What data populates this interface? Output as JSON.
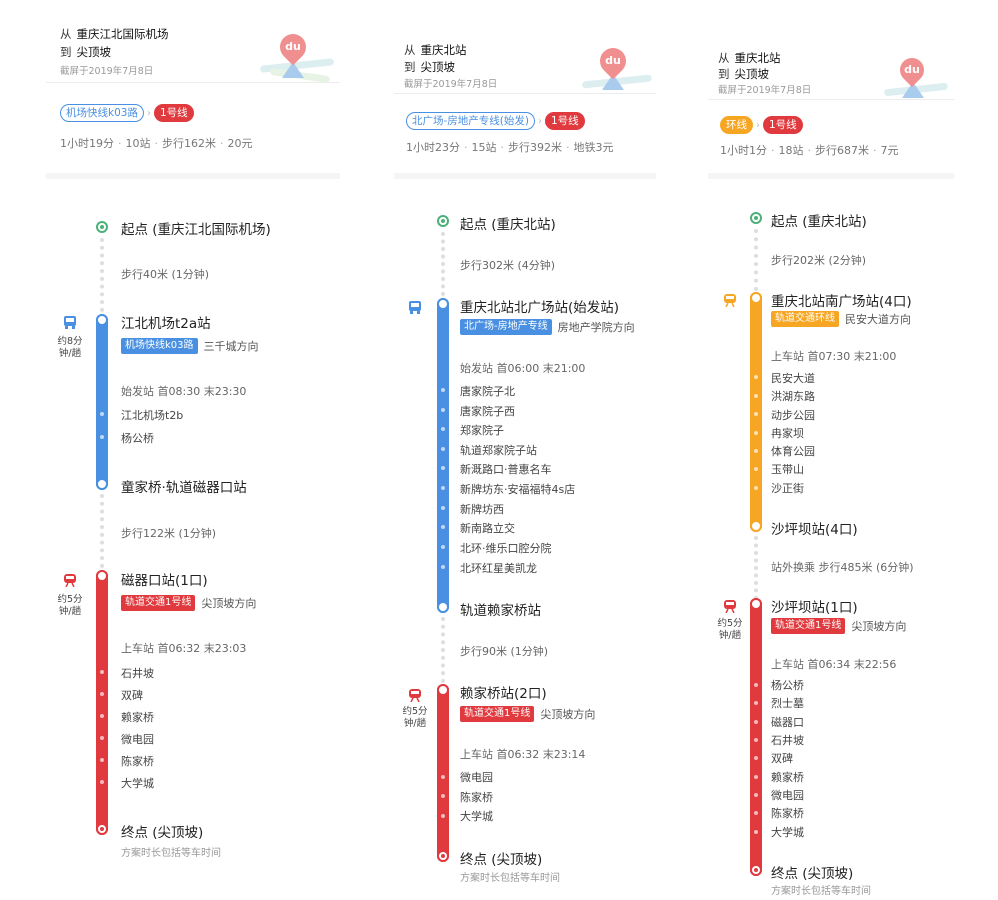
{
  "colors": {
    "bus": "#4a90e2",
    "line1": "#e03a3e",
    "loop": "#f6a623",
    "start": "#4cb07a"
  },
  "routes": [
    {
      "header": {
        "from_prefix": "从",
        "from": "重庆江北国际机场",
        "to_prefix": "到",
        "to": "尖顶坡",
        "shot": "截屏于2019年7月8日",
        "map_logo": "du"
      },
      "tags": [
        "机场快线k03路",
        "1号线"
      ],
      "summary": [
        "1小时19分",
        "10站",
        "步行162米",
        "20元"
      ],
      "start": "起点 (重庆江北国际机场)",
      "walk1": "步行40米 (1分钟)",
      "seg1": {
        "board": "江北机场t2a站",
        "line": "机场快线k03路",
        "dir": "三千城方向",
        "freq": [
          "约8分",
          "钟/趟"
        ],
        "time": "始发站 首08:30 末23:30",
        "stops": [
          "江北机场t2b",
          "杨公桥"
        ],
        "alight": "童家桥·轨道磁器口站"
      },
      "walk2": "步行122米 (1分钟)",
      "seg2": {
        "board": "磁器口站(1口)",
        "line": "轨道交通1号线",
        "dir": "尖顶坡方向",
        "freq": [
          "约5分",
          "钟/趟"
        ],
        "time": "上车站 首06:32 末23:03",
        "stops": [
          "石井坡",
          "双碑",
          "赖家桥",
          "微电园",
          "陈家桥",
          "大学城"
        ]
      },
      "end": "终点 (尖顶坡)",
      "note": "方案时长包括等车时间"
    },
    {
      "header": {
        "from_prefix": "从",
        "from": "重庆北站",
        "to_prefix": "到",
        "to": "尖顶坡",
        "shot": "截屏于2019年7月8日",
        "map_logo": "du"
      },
      "tags": [
        "北广场-房地产专线(始发)",
        "1号线"
      ],
      "summary": [
        "1小时23分",
        "15站",
        "步行392米",
        "地铁3元"
      ],
      "start": "起点 (重庆北站)",
      "walk1": "步行302米 (4分钟)",
      "seg1": {
        "board": "重庆北站北广场站(始发站)",
        "line": "北广场-房地产专线",
        "dir": "房地产学院方向",
        "time": "始发站 首06:00 末21:00",
        "stops": [
          "唐家院子北",
          "唐家院子西",
          "郑家院子",
          "轨道郑家院子站",
          "新溉路口·普惠名车",
          "新牌坊东·安福福特4s店",
          "新牌坊西",
          "新南路立交",
          "北环·维乐口腔分院",
          "北环红星美凯龙"
        ],
        "alight": "轨道赖家桥站"
      },
      "walk2": "步行90米 (1分钟)",
      "seg2": {
        "board": "赖家桥站(2口)",
        "line": "轨道交通1号线",
        "dir": "尖顶坡方向",
        "freq": [
          "约5分",
          "钟/趟"
        ],
        "time": "上车站 首06:32 末23:14",
        "stops": [
          "微电园",
          "陈家桥",
          "大学城"
        ]
      },
      "end": "终点 (尖顶坡)",
      "note": "方案时长包括等车时间"
    },
    {
      "header": {
        "from_prefix": "从",
        "from": "重庆北站",
        "to_prefix": "到",
        "to": "尖顶坡",
        "shot": "截屏于2019年7月8日",
        "map_logo": "du"
      },
      "tags": [
        "环线",
        "1号线"
      ],
      "summary": [
        "1小时1分",
        "18站",
        "步行687米",
        "7元"
      ],
      "start": "起点 (重庆北站)",
      "walk1": "步行202米 (2分钟)",
      "seg1": {
        "board": "重庆北站南广场站(4口)",
        "line": "轨道交通环线",
        "dir": "民安大道方向",
        "time": "上车站 首07:30 末21:00",
        "stops": [
          "民安大道",
          "洪湖东路",
          "动步公园",
          "冉家坝",
          "体育公园",
          "玉带山",
          "沙正街"
        ],
        "alight": "沙坪坝站(4口)"
      },
      "walk2": "站外换乘 步行485米 (6分钟)",
      "seg2": {
        "board": "沙坪坝站(1口)",
        "line": "轨道交通1号线",
        "dir": "尖顶坡方向",
        "freq": [
          "约5分",
          "钟/趟"
        ],
        "time": "上车站 首06:34 末22:56",
        "stops": [
          "杨公桥",
          "烈士墓",
          "磁器口",
          "石井坡",
          "双碑",
          "赖家桥",
          "微电园",
          "陈家桥",
          "大学城"
        ]
      },
      "end": "终点 (尖顶坡)",
      "note": "方案时长包括等车时间"
    }
  ]
}
